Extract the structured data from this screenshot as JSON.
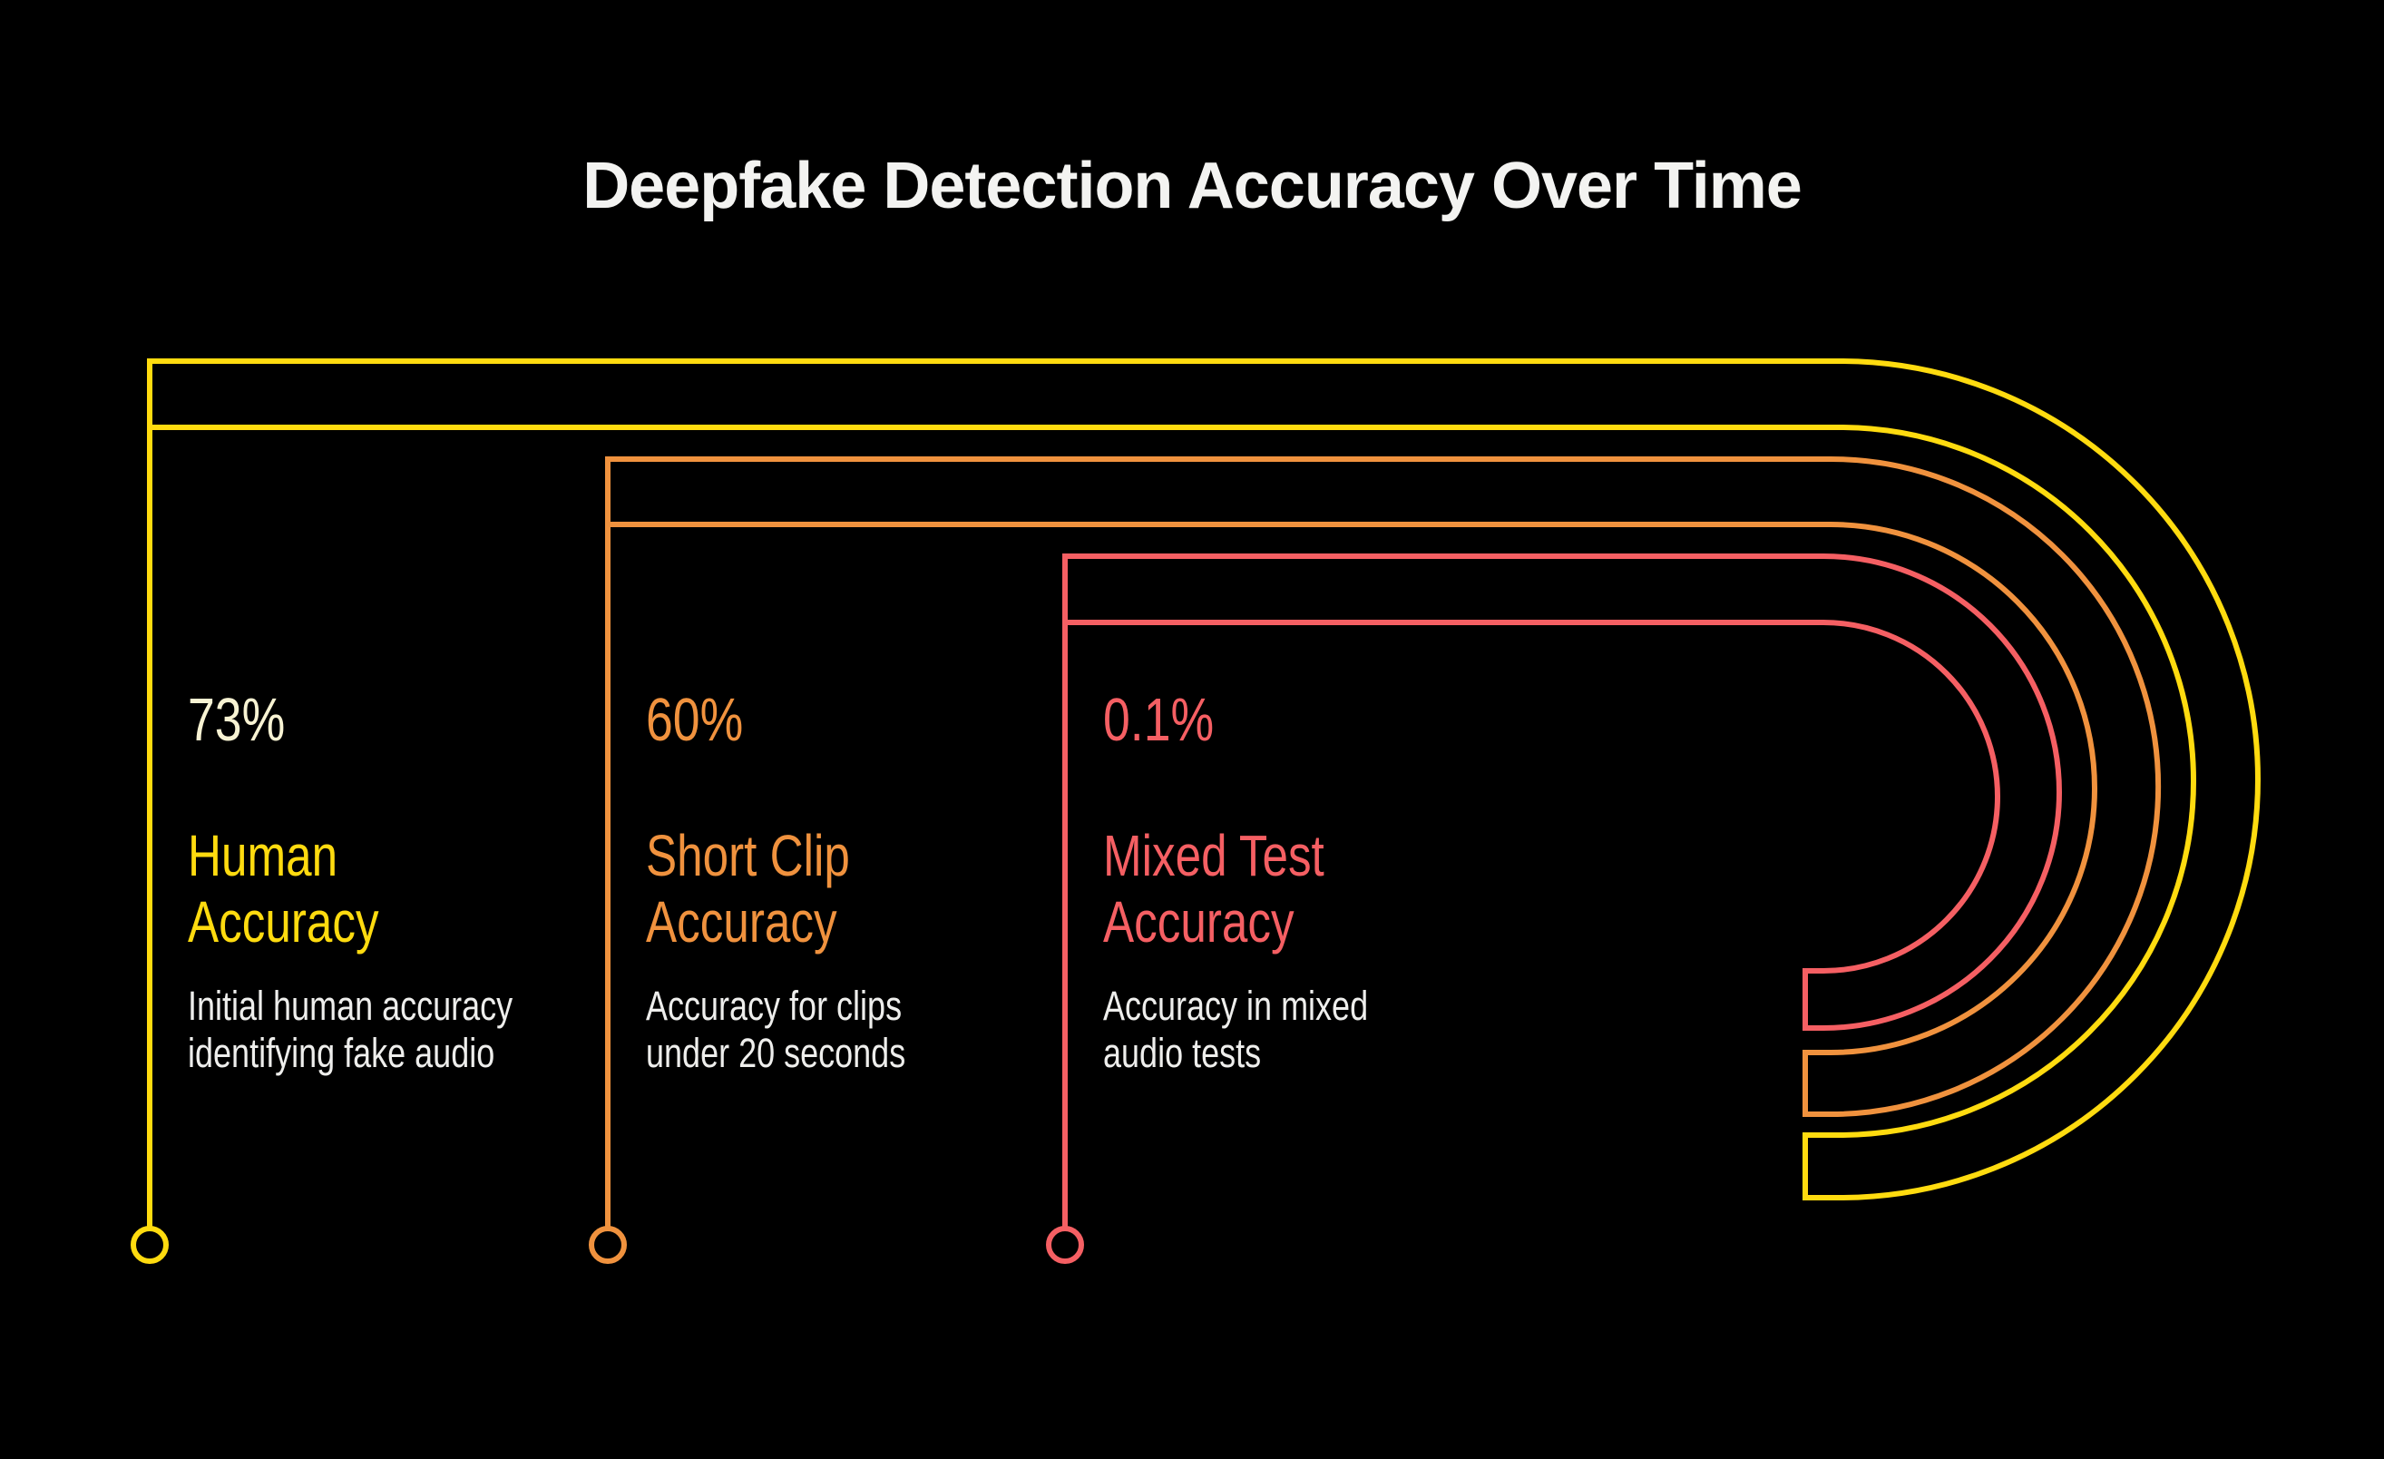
{
  "page": {
    "background": "#000000"
  },
  "header": {
    "title": "Deepfake Detection Accuracy Over Time",
    "color": "#F3F3F1"
  },
  "chart_data": {
    "type": "bar",
    "variant": "lollipop-loop-infographic",
    "title": "Deepfake Detection Accuracy Over Time",
    "categories": [
      "Human Accuracy",
      "Short Clip Accuracy",
      "Mixed Test Accuracy"
    ],
    "values": [
      73,
      60,
      0.1
    ],
    "unit": "%",
    "value_labels": [
      "73%",
      "60%",
      "0.1%"
    ],
    "descriptions": [
      "Initial human accuracy identifying fake audio",
      "Accuracy for clips under 20 seconds",
      "Accuracy in mixed audio tests"
    ],
    "series_colors": [
      "#FFDB0F",
      "#F0923E",
      "#F55F63"
    ],
    "background": "#000000",
    "grid": false,
    "legend_position": "none",
    "xlabel": "",
    "ylabel": ""
  },
  "items": [
    {
      "percent": "73%",
      "percent_color": "#F8F3D3",
      "title_line1": "Human",
      "title_line2": "Accuracy",
      "description": "Initial human accuracy identifying fake audio",
      "color": "#FFDB0F"
    },
    {
      "percent": "60%",
      "percent_color": "#F0923E",
      "title_line1": "Short Clip",
      "title_line2": "Accuracy",
      "description": "Accuracy for clips under 20 seconds",
      "color": "#F0923E"
    },
    {
      "percent": "0.1%",
      "percent_color": "#F55F63",
      "title_line1": "Mixed Test",
      "title_line2": "Accuracy",
      "description": "Accuracy in mixed audio tests",
      "color": "#F55F63"
    }
  ],
  "text_colors": {
    "description": "#EEEEEC"
  }
}
